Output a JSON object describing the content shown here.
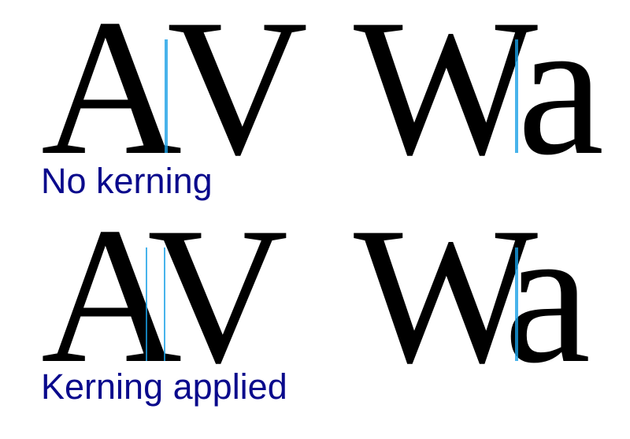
{
  "rows": [
    {
      "id": "no-kerning",
      "caption": "No kerning",
      "pairs": [
        {
          "left": "A",
          "right": "V"
        },
        {
          "left": "W",
          "right": "a"
        }
      ]
    },
    {
      "id": "kerning-applied",
      "caption": "Kerning applied",
      "pairs": [
        {
          "left": "A",
          "right": "V"
        },
        {
          "left": "W",
          "right": "a"
        }
      ]
    }
  ],
  "colors": {
    "glyph": "#000000",
    "caption": "#0a0a8c",
    "guide": "#1aa0e6"
  }
}
